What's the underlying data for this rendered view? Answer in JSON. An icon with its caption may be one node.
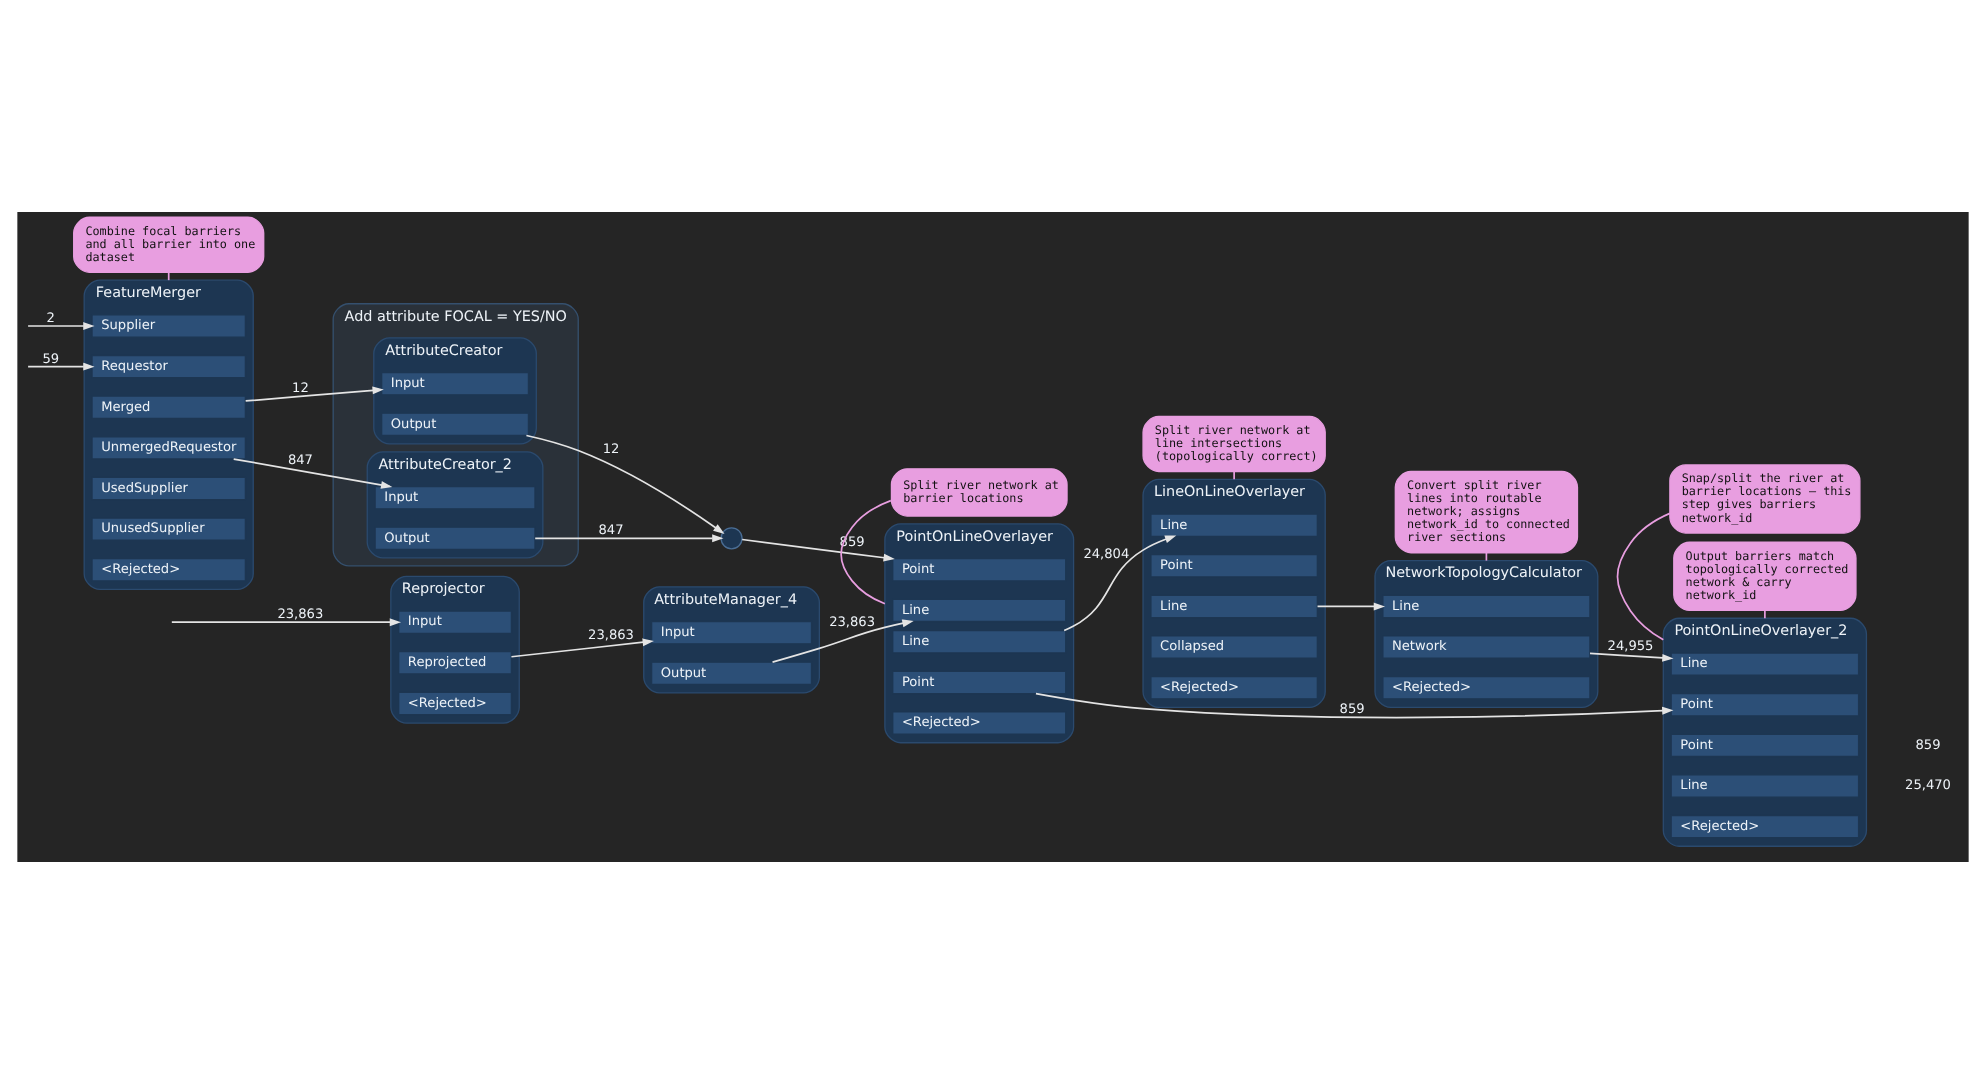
{
  "diagram": {
    "nodes": [
      {
        "text": [
          "Reprojector"
        ]
      },
      {
        "text": [
          "Input"
        ],
        "in": 0
      },
      {
        "text": [
          "Reprojected"
        ],
        "in": 0
      },
      {
        "text": [
          "<Rejected>"
        ],
        "in": 0
      },
      {
        "text": [
          "AttributeManager_4"
        ]
      },
      {
        "text": [
          "Input"
        ],
        "in": 4
      },
      {
        "text": [
          "Output"
        ],
        "in": 4
      },
      {
        "text": [
          "FeatureMerger"
        ]
      },
      {
        "text": [
          "Supplier"
        ],
        "in": 7
      },
      {
        "text": [
          "Requestor"
        ],
        "in": 7
      },
      {
        "text": [
          "Merged"
        ],
        "in": 7
      },
      {
        "text": [
          "UnmergedRequestor"
        ],
        "in": 7
      },
      {
        "text": [
          "UsedSupplier"
        ],
        "in": 7
      },
      {
        "text": [
          "UnusedSupplier"
        ],
        "in": 7
      },
      {
        "text": [
          "<Rejected>"
        ],
        "in": 7
      },
      {
        "text": [
          "Combine focal barriers and all barrier into one dataset"
        ]
      },
      {
        "text": [
          "Add attribute FOCAL = YES/NO"
        ]
      },
      {
        "text": [
          "AttributeCreator"
        ],
        "in": 16
      },
      {
        "text": [
          "Input"
        ],
        "in": 17
      },
      {
        "text": [
          "Output"
        ],
        "in": 17
      },
      {
        "text": [
          "AttributeCreator_2"
        ],
        "in": 16
      },
      {
        "text": [
          "Input"
        ],
        "in": 20
      },
      {
        "text": [
          "Output"
        ],
        "in": 20
      },
      {
        "text": [],
        "shape": "circle"
      },
      {
        "text": [
          "Split river network at barrier locations"
        ]
      },
      {
        "text": [
          "PointOnLineOverlayer"
        ]
      },
      {
        "text": [
          "Line"
        ],
        "in": 25
      },
      {
        "text": [
          "Point"
        ],
        "in": 25
      },
      {
        "text": [
          "Line"
        ],
        "in": 25
      },
      {
        "text": [
          "Point"
        ],
        "in": 25
      },
      {
        "text": [
          "<Rejected>"
        ],
        "in": 25
      },
      {
        "text": [
          "Split river network at line intersections (topologically correct)"
        ]
      },
      {
        "text": [
          "LineOnLineOverlayer"
        ]
      },
      {
        "text": [
          "Line"
        ],
        "in": 32
      },
      {
        "text": [
          "Point"
        ],
        "in": 32
      },
      {
        "text": [
          "Line"
        ],
        "in": 32
      },
      {
        "text": [
          "Collapsed"
        ],
        "in": 32
      },
      {
        "text": [
          "<Rejected>"
        ],
        "in": 32
      },
      {
        "text": [
          "Convert split river lines into routable network; assigns network_id to connected river sections"
        ]
      },
      {
        "text": [
          "NetworkTopologyCalculator"
        ]
      },
      {
        "text": [
          "Line"
        ],
        "in": 39
      },
      {
        "text": [
          "Network"
        ],
        "in": 39
      },
      {
        "text": [
          "<Rejected>"
        ],
        "in": 39
      },
      {
        "text": [
          "Snap/split the river at barrier locations – this step gives barriers network_id"
        ]
      },
      {
        "text": [
          "PointOnLineOverlayer_2"
        ]
      },
      {
        "text": [
          "Line"
        ],
        "in": 44
      },
      {
        "text": [
          "Point"
        ],
        "in": 44
      },
      {
        "text": [
          "Point"
        ],
        "in": 44,
        "beside": [
          "859"
        ]
      },
      {
        "text": [
          "Line"
        ],
        "in": 44,
        "beside": [
          "25,470"
        ]
      },
      {
        "text": [
          "<Rejected>"
        ],
        "in": 44
      },
      {
        "text": [
          "Output barriers match topologically corrected network & carry network_id"
        ]
      }
    ],
    "edges": [
      {
        "from": null,
        "to": 1,
        "arrow": "to",
        "label": "23,863"
      },
      {
        "from": 2,
        "to": 5,
        "arrow": "to",
        "label": "23,863"
      },
      {
        "from": 6,
        "to": 26,
        "arrow": "to",
        "label": "23,863"
      },
      {
        "from": null,
        "to": 8,
        "arrow": "to",
        "label": "2"
      },
      {
        "from": null,
        "to": 9,
        "arrow": "to",
        "label": "59"
      },
      {
        "from": 10,
        "to": 18,
        "arrow": "to",
        "label": "12"
      },
      {
        "from": 11,
        "to": 21,
        "arrow": "to",
        "label": "847"
      },
      {
        "from": 19,
        "to": 23,
        "arrow": "to",
        "label": "12"
      },
      {
        "from": 22,
        "to": 23,
        "arrow": "to",
        "label": "847"
      },
      {
        "from": 23,
        "to": 27,
        "arrow": "to",
        "label": "859"
      },
      {
        "from": 28,
        "to": 33,
        "arrow": "to",
        "label": "24,804"
      },
      {
        "from": 29,
        "to": 46,
        "arrow": "to",
        "label": "859"
      },
      {
        "from": 35,
        "to": 40,
        "arrow": "to"
      },
      {
        "from": 41,
        "to": 45,
        "arrow": "to",
        "label": "24,955"
      },
      {
        "from": 15,
        "to": 7,
        "arrow": "none",
        "color": "#e89ee0"
      },
      {
        "from": 24,
        "to": 25,
        "arrow": "none",
        "color": "#e89ee0"
      },
      {
        "from": 31,
        "to": 32,
        "arrow": "none",
        "color": "#e89ee0"
      },
      {
        "from": 38,
        "to": 39,
        "arrow": "none",
        "color": "#e89ee0"
      },
      {
        "from": 43,
        "to": 44,
        "arrow": "none",
        "color": "#e89ee0"
      },
      {
        "from": 50,
        "to": 44,
        "arrow": "none",
        "color": "#e89ee0"
      }
    ]
  }
}
